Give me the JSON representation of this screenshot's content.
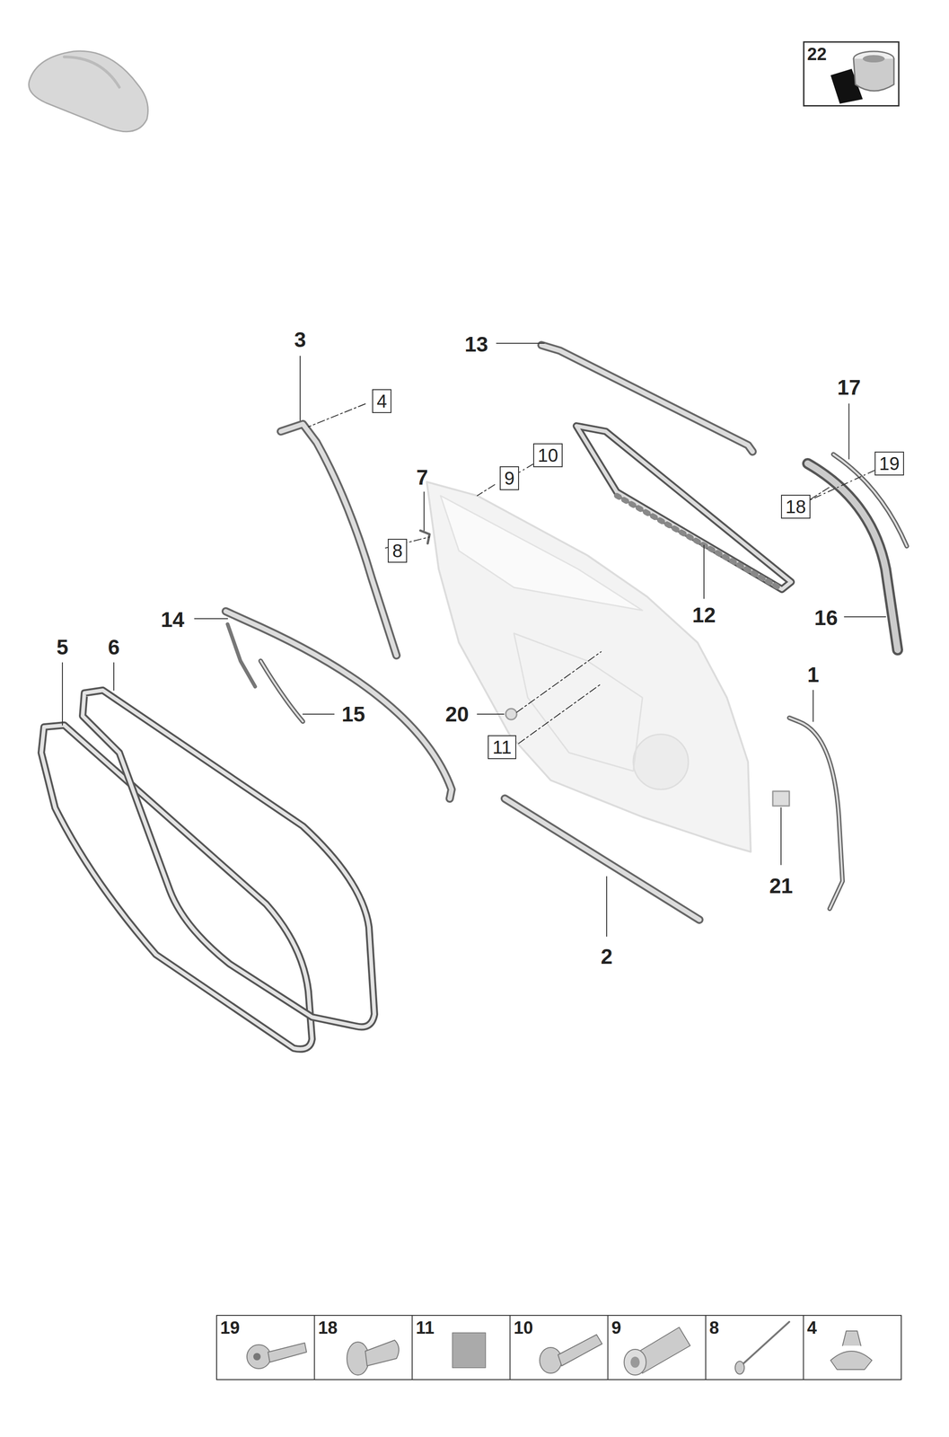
{
  "diagram": {
    "nodes": [
      {
        "text": [
          "22"
        ]
      },
      {
        "text": [
          "4"
        ]
      },
      {
        "text": [
          "10"
        ]
      },
      {
        "text": [
          "9"
        ]
      },
      {
        "text": [
          "19"
        ]
      },
      {
        "text": [
          "8"
        ]
      },
      {
        "text": [
          "18"
        ]
      },
      {
        "text": [
          "11"
        ]
      }
    ],
    "edges": [
      {
        "from": 2,
        "to": 3,
        "arrow": "none"
      },
      {
        "from": 4,
        "to": 6,
        "arrow": "none"
      }
    ],
    "labels": [
      "3",
      "13",
      "17",
      "7",
      "14",
      "5",
      "6",
      "12",
      "16",
      "1",
      "15",
      "20",
      "21",
      "2",
      "19",
      "18",
      "11",
      "10",
      "9",
      "8",
      "4"
    ]
  }
}
